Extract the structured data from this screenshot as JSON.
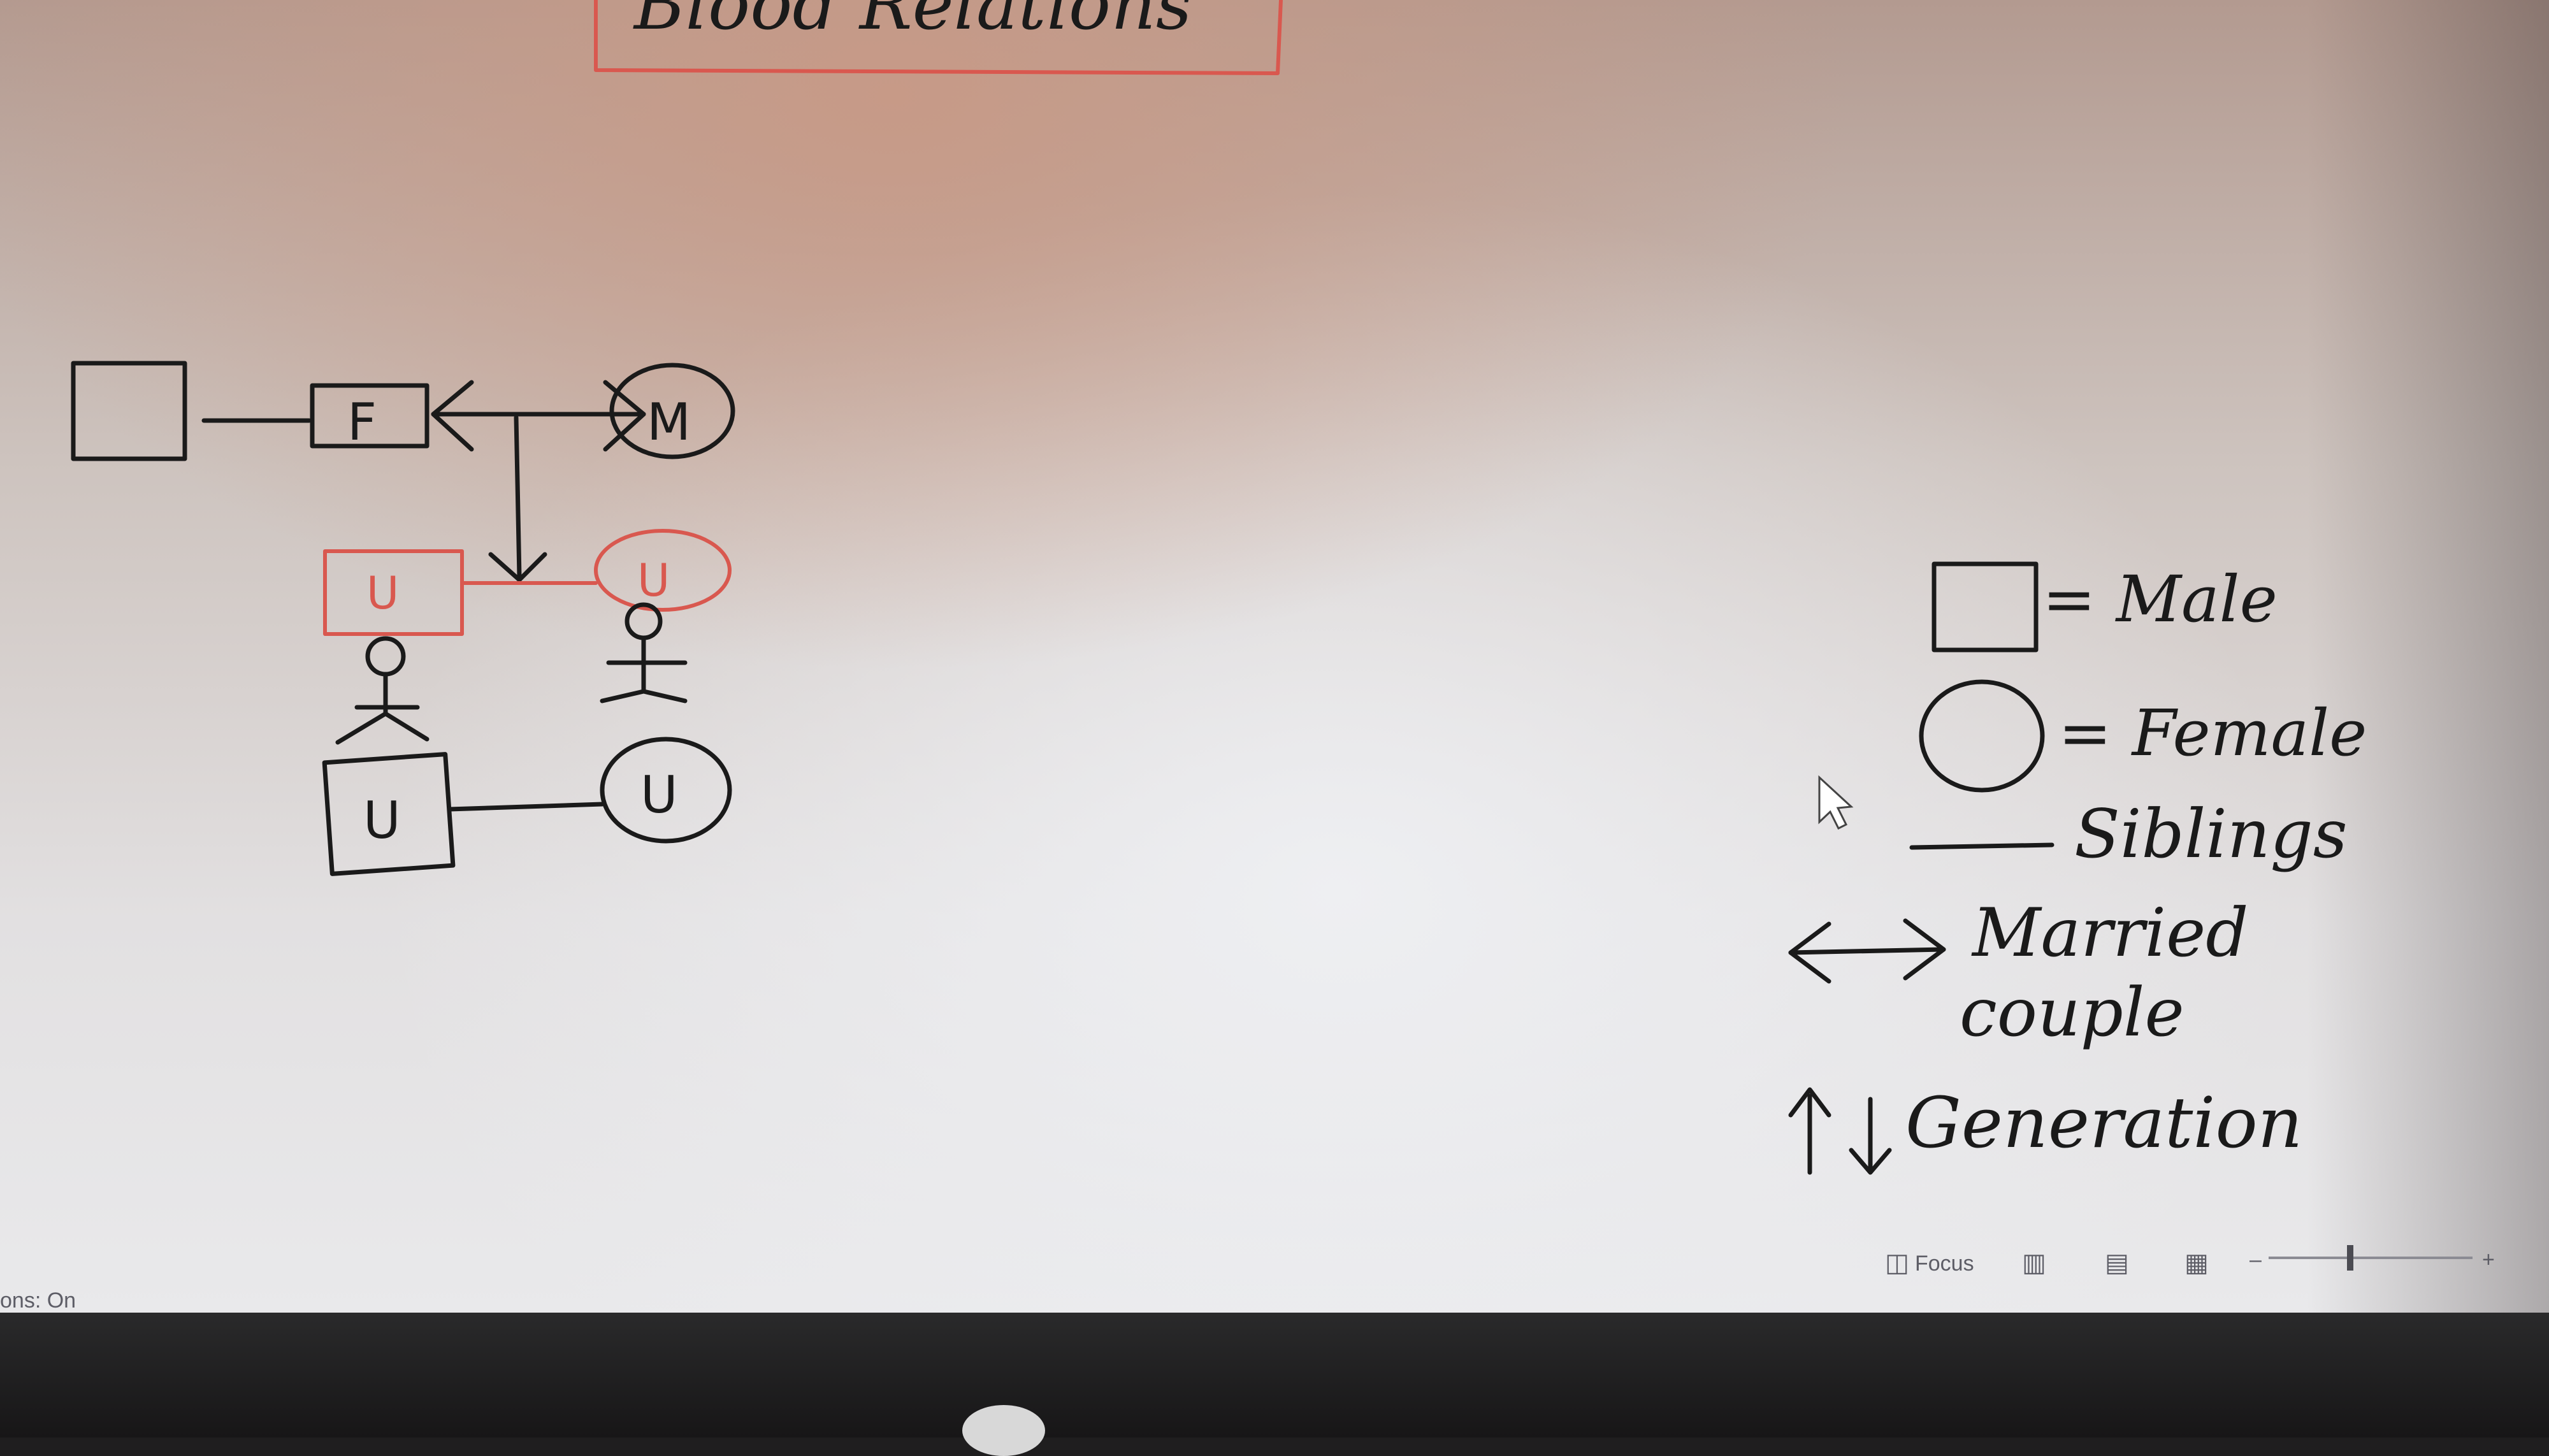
{
  "header_box": {
    "text": "Blood Relations"
  },
  "tree": {
    "father": "F",
    "mother": "M",
    "unknown_red_male": "U",
    "unknown_red_female": "U",
    "unknown_male": "U",
    "unknown_female": "U"
  },
  "legend": {
    "male": "= Male",
    "female": "= Female",
    "siblings": "Siblings",
    "married_line1": "Married",
    "married_line2": "couple",
    "generation": "Generation"
  },
  "statusbar": {
    "left_text": "ons: On",
    "focus_label": "Focus",
    "zoom_fraction": 0.4
  },
  "colors": {
    "ink": "#1a1a1a",
    "red_ink": "#d9584f",
    "bezel": "#1f1e1f"
  }
}
